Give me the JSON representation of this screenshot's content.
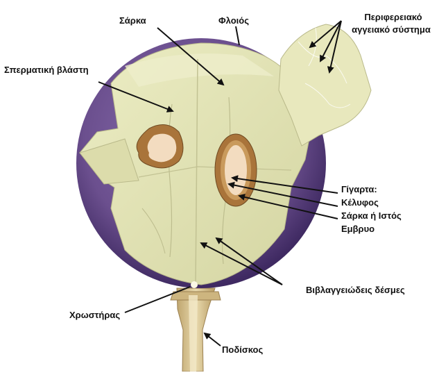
{
  "labels": {
    "sarka_top": "Σάρκα",
    "floios": "Φλοιός",
    "periferiako_line1": "Περιφερειακό",
    "periferiako_line2": "αγγειακό σύστημα",
    "spermatiki": "Σπερματική βλάστη",
    "gigarta": "Γίγαρτα:",
    "kelyfos": "Κέλυφος",
    "sarka_istos": "Σάρκα ή Ιστός",
    "embryo": "Εμβρυο",
    "vivlaggeiodeis": "Βιβλαγγειώδεις δέσμες",
    "xrostiras": "Χρωστήρας",
    "podiskos": "Ποδίσκος"
  },
  "colors": {
    "skin": "#6b4f8e",
    "skin_dark": "#4a3470",
    "flesh": "#e6e6b8",
    "flesh_shade": "#cfcf9c",
    "seed_shell": "#a9743a",
    "seed_inner": "#f3dcc0",
    "stem": "#d7c494"
  }
}
